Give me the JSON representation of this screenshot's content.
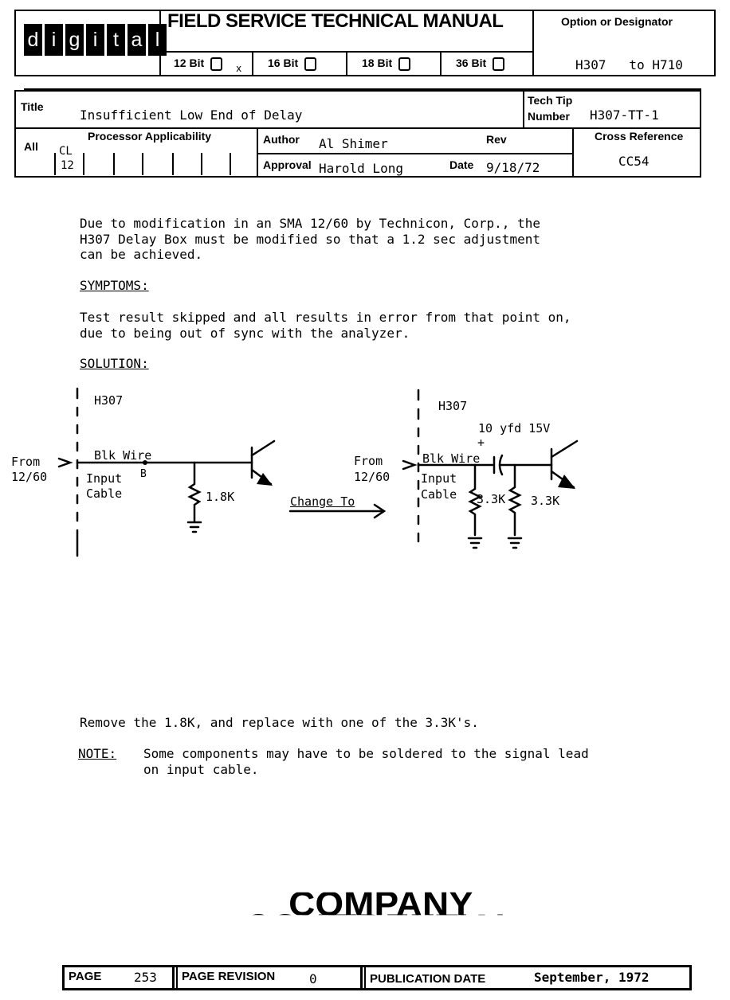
{
  "header": {
    "logo_letters": [
      "d",
      "i",
      "g",
      "i",
      "t",
      "a",
      "l"
    ],
    "manual_title": "FIELD SERVICE TECHNICAL MANUAL",
    "bits": [
      {
        "label": "12 Bit",
        "mark": "x"
      },
      {
        "label": "16 Bit",
        "mark": ""
      },
      {
        "label": "18 Bit",
        "mark": ""
      },
      {
        "label": "36 Bit",
        "mark": ""
      }
    ],
    "designator_label": "Option or Designator",
    "designator_value": "H307   to H710"
  },
  "info": {
    "title_label": "Title",
    "title_value": "Insufficient Low End of Delay",
    "techtip_label_1": "Tech Tip",
    "techtip_label_2": "Number",
    "techtip_value": "H307-TT-1",
    "processor_label": "Processor Applicability",
    "all_label": "All",
    "cl_label": "CL",
    "cl_value": "12",
    "author_label": "Author",
    "author_value": "Al Shimer",
    "rev_label": "Rev",
    "approval_label": "Approval",
    "approval_value": "Harold Long",
    "date_label": "Date",
    "date_value": "9/18/72",
    "crossref_label": "Cross Reference",
    "crossref_value": "CC54"
  },
  "body": {
    "intro": "Due to modification in an SMA 12/60 by Technicon, Corp., the\nH307 Delay Box must be modified so that a 1.2 sec adjustment\ncan be achieved.",
    "symptoms_heading": "SYMPTOMS:",
    "symptoms_text": "Test result skipped and all results in error from that point on,\ndue to being out of sync with the analyzer.",
    "solution_heading": "SOLUTION:",
    "remove_text": "Remove the 1.8K, and replace with one of the 3.3K's.",
    "note_label": "NOTE:",
    "note_text": "Some components may have to be soldered to the signal lead\non input cable."
  },
  "diagram": {
    "left": {
      "box_label": "H307",
      "from_1": "From",
      "from_2": "12/60",
      "wire_label": "Blk Wire",
      "node_label": "B",
      "input_1": "Input",
      "input_2": "Cable",
      "resistor_label": "1.8K"
    },
    "arrow_label": "Change To",
    "right": {
      "box_label": "H307",
      "cap_label": "10 yfd 15V",
      "cap_plus": "+",
      "from_1": "From",
      "from_2": "12/60",
      "wire_label": "Blk Wire",
      "input_1": "Input",
      "input_2": "Cable",
      "r1_label": "3.3K",
      "r2_label": "3.3K"
    }
  },
  "stamp": "COMPANY CONFIDENTIAL",
  "footer": {
    "page_label": "PAGE",
    "page_value": "253",
    "revision_label": "PAGE REVISION",
    "revision_value": "0",
    "pubdate_label": "PUBLICATION DATE",
    "pubdate_value": "September, 1972"
  }
}
